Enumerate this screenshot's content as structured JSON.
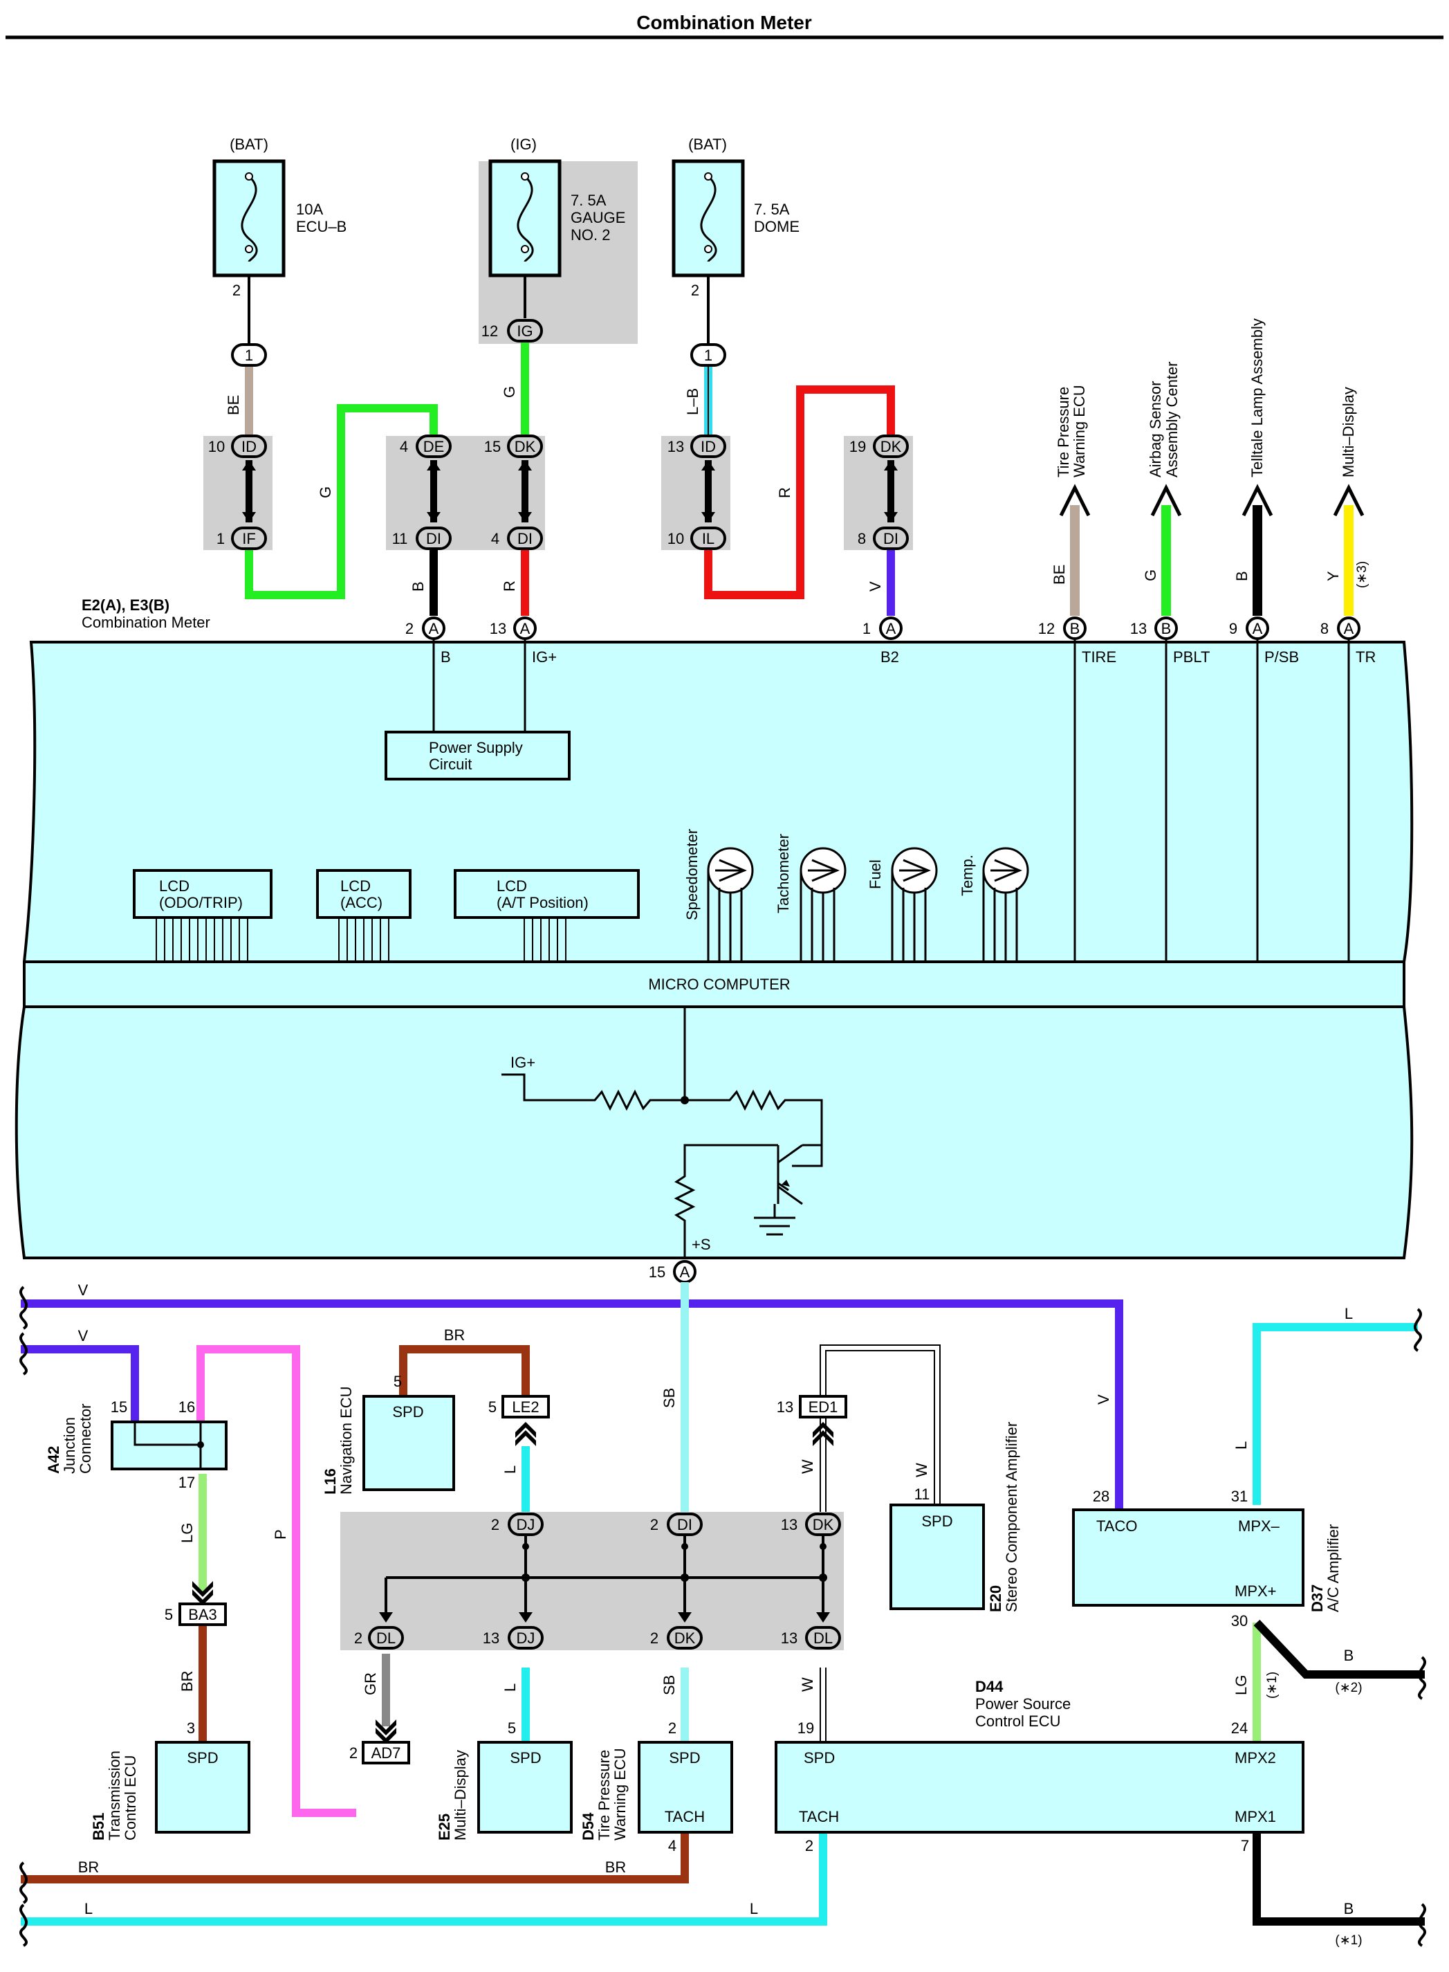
{
  "title": "Combination Meter",
  "fuses": [
    {
      "source": "(BAT)",
      "rating": "10A",
      "name": "ECU–B",
      "pin": "2"
    },
    {
      "source": "(IG)",
      "rating": "7. 5A",
      "name1": "GAUGE",
      "name2": "NO. 2"
    },
    {
      "source": "(BAT)",
      "rating": "7. 5A",
      "name": "DOME",
      "pin": "2"
    }
  ],
  "outputs": [
    {
      "line1": "Tire Pressure",
      "line2": "Warning ECU"
    },
    {
      "line1": "Airbag Sensor",
      "line2": "Assembly Center"
    },
    {
      "line1": "Telltale Lamp Assembly"
    },
    {
      "line1": "Multi–Display"
    }
  ],
  "wire_labels": {
    "be": "BE",
    "g": "G",
    "lb": "L–B",
    "r": "R",
    "b": "B",
    "v": "V",
    "y": "Y",
    "br": "BR",
    "sb": "SB",
    "l": "L",
    "w": "W",
    "lg": "LG",
    "p": "P",
    "gr": "GR"
  },
  "notes": {
    "n1": "(∗1)",
    "n2": "(∗2)",
    "n3": "(∗3)"
  },
  "term": {
    "one": "1",
    "ig": "IG",
    "id": "ID",
    "if": "IF",
    "de": "DE",
    "di": "DI",
    "dk": "DK",
    "il": "IL",
    "dj": "DJ",
    "dl": "DL",
    "a": "A",
    "b": "B",
    "le2": "LE2",
    "ed1": "ED1",
    "ba3": "BA3",
    "ad7": "AD7"
  },
  "pins": {
    "p1": "1",
    "p2": "2",
    "p3": "3",
    "p4": "4",
    "p5": "5",
    "p7": "7",
    "p8": "8",
    "p9": "9",
    "p10": "10",
    "p11": "11",
    "p12": "12",
    "p13": "13",
    "p15": "15",
    "p16": "16",
    "p17": "17",
    "p19": "19",
    "p24": "24",
    "p28": "28",
    "p30": "30",
    "p31": "31"
  },
  "meter": {
    "id": "E2(A), E3(B)",
    "name": "Combination Meter",
    "micro": "MICRO COMPUTER",
    "psc1": "Power Supply",
    "psc2": "Circuit",
    "term_b": "B",
    "term_igp": "IG+",
    "term_b2": "B2",
    "term_tire": "TIRE",
    "term_pblt": "PBLT",
    "term_psb": "P/SB",
    "term_tr": "TR",
    "term_s": "+S"
  },
  "lcds": [
    {
      "l1": "LCD",
      "l2": "(ODO/TRIP)"
    },
    {
      "l1": "LCD",
      "l2": "(ACC)"
    },
    {
      "l1": "LCD",
      "l2": "(A/T Position)"
    }
  ],
  "gauges": [
    "Speedometer",
    "Tachometer",
    "Fuel",
    "Temp."
  ],
  "components": {
    "a42": {
      "id": "A42",
      "l1": "Junction",
      "l2": "Connector"
    },
    "l16": {
      "id": "L16",
      "l1": "Navigation ECU",
      "pin": "SPD"
    },
    "e20": {
      "id": "E20",
      "l1": "Stereo Component Amplifier",
      "pin": "SPD"
    },
    "d37": {
      "id": "D37",
      "l1": "A/C Amplifier",
      "taco": "TACO",
      "mpxm": "MPX–",
      "mpxp": "MPX+"
    },
    "d44": {
      "id": "D44",
      "l1": "Power Source",
      "l2": "Control ECU",
      "spd": "SPD",
      "tach": "TACH",
      "mpx2": "MPX2",
      "mpx1": "MPX1"
    },
    "b51": {
      "id": "B51",
      "l1": "Transmission",
      "l2": "Control ECU",
      "pin": "SPD"
    },
    "e25": {
      "id": "E25",
      "l1": "Multi–Display",
      "pin": "SPD"
    },
    "d54": {
      "id": "D54",
      "l1": "Tire Pressure",
      "l2": "Warning ECU",
      "spd": "SPD",
      "tach": "TACH"
    }
  }
}
